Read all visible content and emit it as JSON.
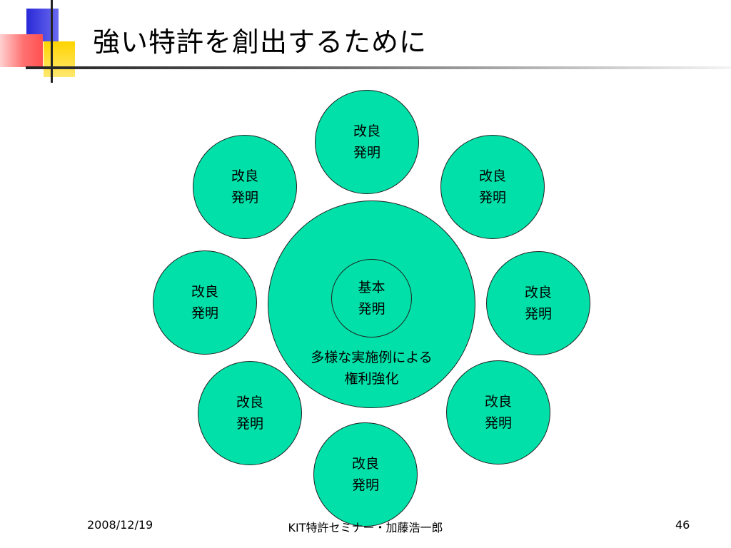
{
  "title": "強い特許を創出するために",
  "diagram": {
    "center_inner_label": "基本\n発明",
    "center_outer_label": "多様な実施例による\n権利強化",
    "satellites": [
      "改良\n発明",
      "改良\n発明",
      "改良\n発明",
      "改良\n発明",
      "改良\n発明",
      "改良\n発明",
      "改良\n発明",
      "改良\n発明"
    ],
    "colors": {
      "circle_fill": "#00e0a8",
      "outline": "#222222"
    }
  },
  "footer": {
    "date": "2008/12/19",
    "center": "KIT特許セミナー・加藤浩一郎",
    "page_number": "46"
  }
}
